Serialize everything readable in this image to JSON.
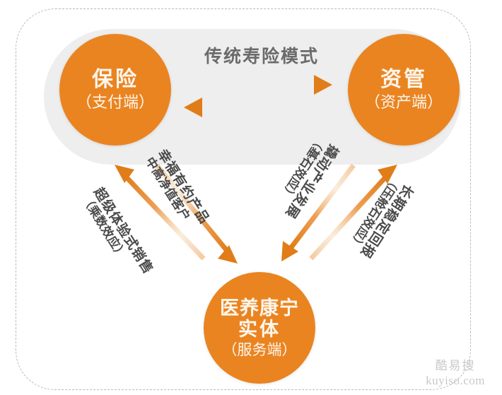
{
  "figure": {
    "title": "传统寿险模式",
    "background_color": "#ffffff",
    "accent_color": "#ea8421",
    "pill_color": "#eeeeee",
    "frame_color": "#b9b9b9",
    "label_color": "#4a4a4a"
  },
  "nodes": {
    "insurance": {
      "name": "保险",
      "sub": "（支付端）"
    },
    "asset": {
      "name": "资管",
      "sub": "（资产端）"
    },
    "service": {
      "name": "医养康宁",
      "name2": "实体",
      "sub": "（服务端）"
    }
  },
  "edges": {
    "top_right_arrow": {
      "from": "保险",
      "to": "资管",
      "direction": "right"
    },
    "top_left_arrow": {
      "from": "资管",
      "to": "保险",
      "direction": "left"
    },
    "left_up_arrow": {
      "from": "医养康宁实体",
      "to": "保险",
      "direction": "up-left"
    },
    "left_down_arrow": {
      "from": "保险",
      "to": "医养康宁实体",
      "direction": "down-right"
    },
    "right_up_arrow": {
      "from": "医养康宁实体",
      "to": "资管",
      "direction": "up-right"
    },
    "right_down_arrow": {
      "from": "资管",
      "to": "医养康宁实体",
      "direction": "down-left"
    }
  },
  "edge_labels": {
    "product": {
      "line1": "幸福有约产品",
      "line2": "中高净值客户"
    },
    "sales": {
      "line1": "超级体验式销售",
      "line2": "（乘数效应）"
    },
    "industry": {
      "line1": "撬动产业发展",
      "line2": "（基石效应）"
    },
    "return": {
      "line1": "长期稳定回报",
      "line2": "（压舱石效应）"
    }
  },
  "watermark": {
    "cn": "酷易搜",
    "en": "kuyiso.com"
  }
}
